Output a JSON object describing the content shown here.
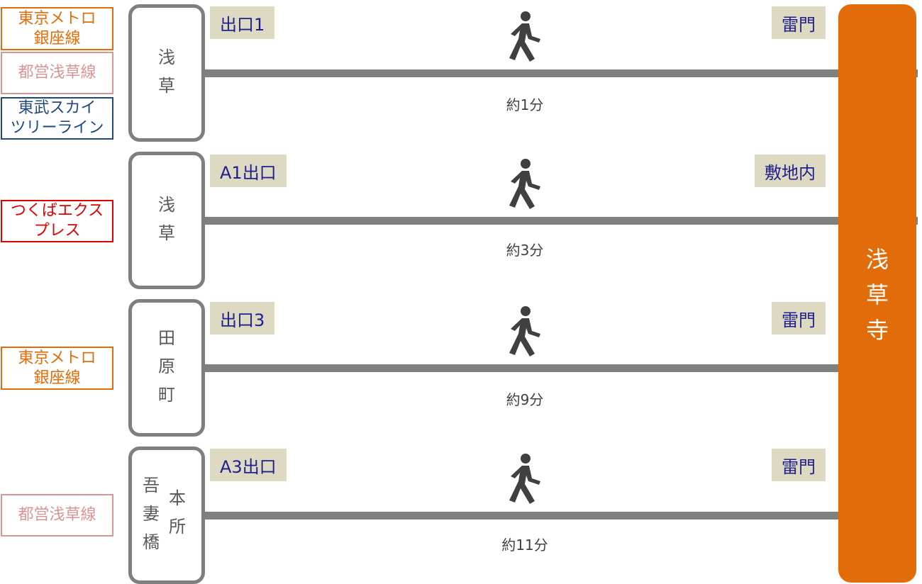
{
  "colors": {
    "ginza": "#e36c0a",
    "asakusa_line": "#d99594",
    "tobu": "#1f497d",
    "tsukuba": "#e00000",
    "station_border": "#7f7f7f",
    "route": "#808080",
    "exit_bg": "#ddd9c3",
    "exit_text": "#1f1f8f",
    "destination": "#e36c0a"
  },
  "lines": [
    {
      "label": "東京メトロ\n銀座線",
      "color": "#e36c0a"
    },
    {
      "label": "都営浅草線",
      "color": "#d99594"
    },
    {
      "label": "東武スカイ\nツリーライン",
      "color": "#1f497d"
    },
    {
      "label": "つくばエクス\nプレス",
      "color": "#e00000"
    },
    {
      "label": "東京メトロ\n銀座線",
      "color": "#e36c0a"
    },
    {
      "label": "都営浅草線",
      "color": "#d99594"
    }
  ],
  "routes": [
    {
      "station": [
        "浅",
        "草"
      ],
      "exit": "出口1",
      "arrival": "雷門",
      "time": "約1分"
    },
    {
      "station": [
        "浅",
        "草"
      ],
      "exit": "A1出口",
      "arrival": "敷地内",
      "time": "約3分"
    },
    {
      "station": [
        "田",
        "原",
        "町"
      ],
      "exit": "出口3",
      "arrival": "雷門",
      "time": "約9分"
    },
    {
      "station_col1": [
        "吾",
        "妻",
        "橋"
      ],
      "station_col2": [
        "本",
        "所"
      ],
      "exit": "A3出口",
      "arrival": "雷門",
      "time": "約11分"
    }
  ],
  "walker_icon": "walking-person-icon",
  "destination": {
    "chars": [
      "浅",
      "草",
      "寺"
    ]
  }
}
